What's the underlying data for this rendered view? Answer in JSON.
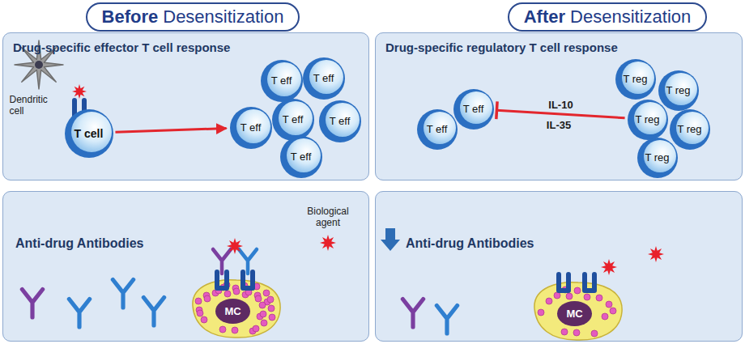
{
  "diagram": {
    "nodes": [
      {
        "text": [
          "Before",
          "Desensitization"
        ]
      },
      {
        "text": [
          "After",
          "Desensitization"
        ]
      },
      {
        "text": [
          "Drug-specific effector T cell response"
        ]
      },
      {
        "text": [
          "Dendritic cell"
        ],
        "in": 2
      },
      {
        "text": [
          "T cell"
        ],
        "in": 2
      },
      {
        "text": [
          "T eff"
        ],
        "in": 2
      },
      {
        "text": [
          "T eff"
        ],
        "in": 2
      },
      {
        "text": [
          "T eff"
        ],
        "in": 2
      },
      {
        "text": [
          "T eff"
        ],
        "in": 2
      },
      {
        "text": [
          "T eff"
        ],
        "in": 2
      },
      {
        "text": [
          "T eff"
        ],
        "in": 2
      },
      {
        "text": [
          "Drug-specific regulatory T cell response"
        ]
      },
      {
        "text": [
          "T eff"
        ],
        "in": 11
      },
      {
        "text": [
          "T eff"
        ],
        "in": 11
      },
      {
        "text": [
          "T reg"
        ],
        "in": 11
      },
      {
        "text": [
          "T reg"
        ],
        "in": 11
      },
      {
        "text": [
          "T reg"
        ],
        "in": 11
      },
      {
        "text": [
          "T reg"
        ],
        "in": 11
      },
      {
        "text": [
          "T reg"
        ],
        "in": 11
      },
      {
        "text": [
          "Anti-drug Antibodies"
        ]
      },
      {
        "text": [
          "MC"
        ],
        "in": 19
      },
      {
        "text": [
          "Anti-drug Antibodies"
        ]
      },
      {
        "text": [
          "MC"
        ],
        "in": 21
      }
    ],
    "edges": [
      {
        "from": 4,
        "to": 7,
        "arrow": "to"
      },
      {
        "from": 16,
        "to": 12,
        "label": "IL-10",
        "arrow": "to"
      }
    ],
    "labels": [
      "Biological agent",
      "IL-35"
    ]
  }
}
